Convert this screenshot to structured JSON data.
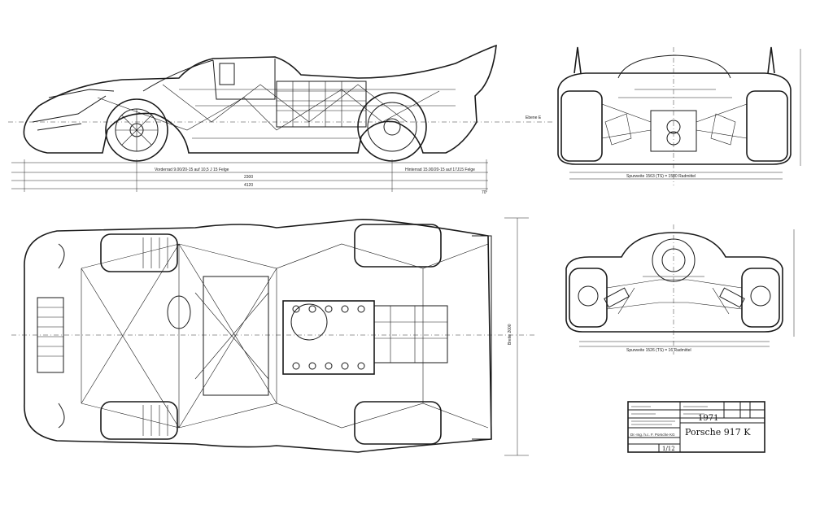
{
  "title_block": {
    "year": "1971",
    "model": "Porsche 917 K",
    "company": "Dr.-Ing. h.c. F. Porsche KG",
    "scale": "1/12"
  }
}
